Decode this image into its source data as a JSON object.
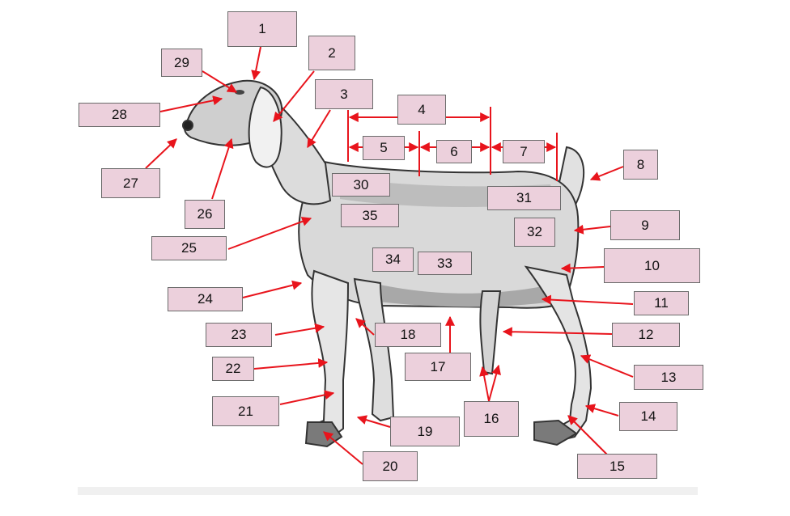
{
  "diagram": {
    "accent_color": "#e8141c",
    "box_fill": "#ecd0dc",
    "labels": [
      "1",
      "2",
      "3",
      "4",
      "5",
      "6",
      "7",
      "8",
      "9",
      "10",
      "11",
      "12",
      "13",
      "14",
      "15",
      "16",
      "17",
      "18",
      "19",
      "20",
      "21",
      "22",
      "23",
      "24",
      "25",
      "26",
      "27",
      "28",
      "29",
      "30",
      "31",
      "32",
      "33",
      "34",
      "35"
    ]
  }
}
